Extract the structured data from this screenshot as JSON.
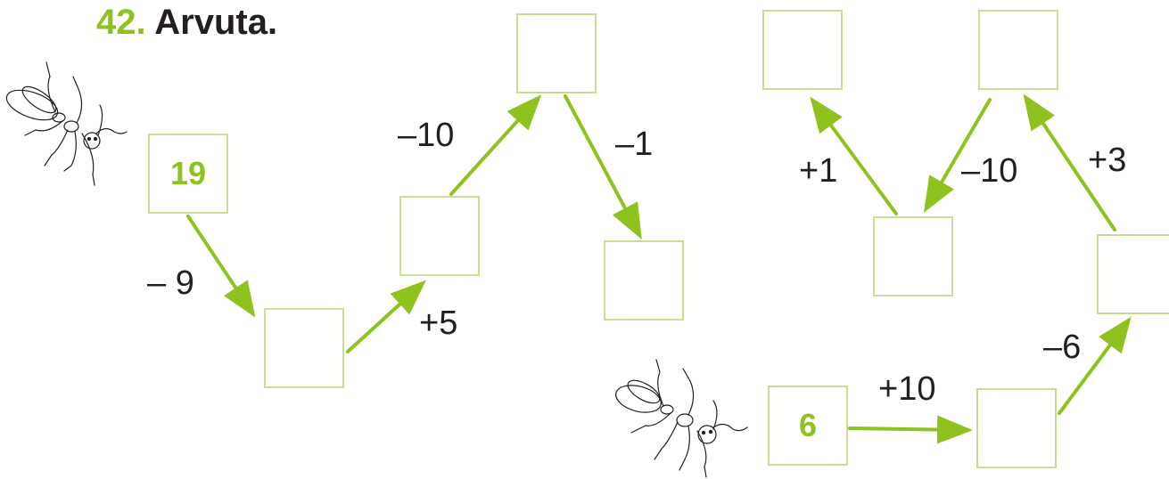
{
  "exercise": {
    "number": "42.",
    "title": "Arvuta."
  },
  "colors": {
    "accent": "#8dc21f",
    "box_border": "#c5df93",
    "text": "#231f20"
  },
  "chain_left": {
    "start_value": "19",
    "operations": [
      "– 9",
      "+5",
      "–10",
      "–1"
    ]
  },
  "chain_right": {
    "start_value": "6",
    "operations": [
      "+10",
      "–6",
      "+3",
      "–10",
      "+1"
    ]
  },
  "icons": [
    "ant-icon",
    "ant-icon"
  ]
}
